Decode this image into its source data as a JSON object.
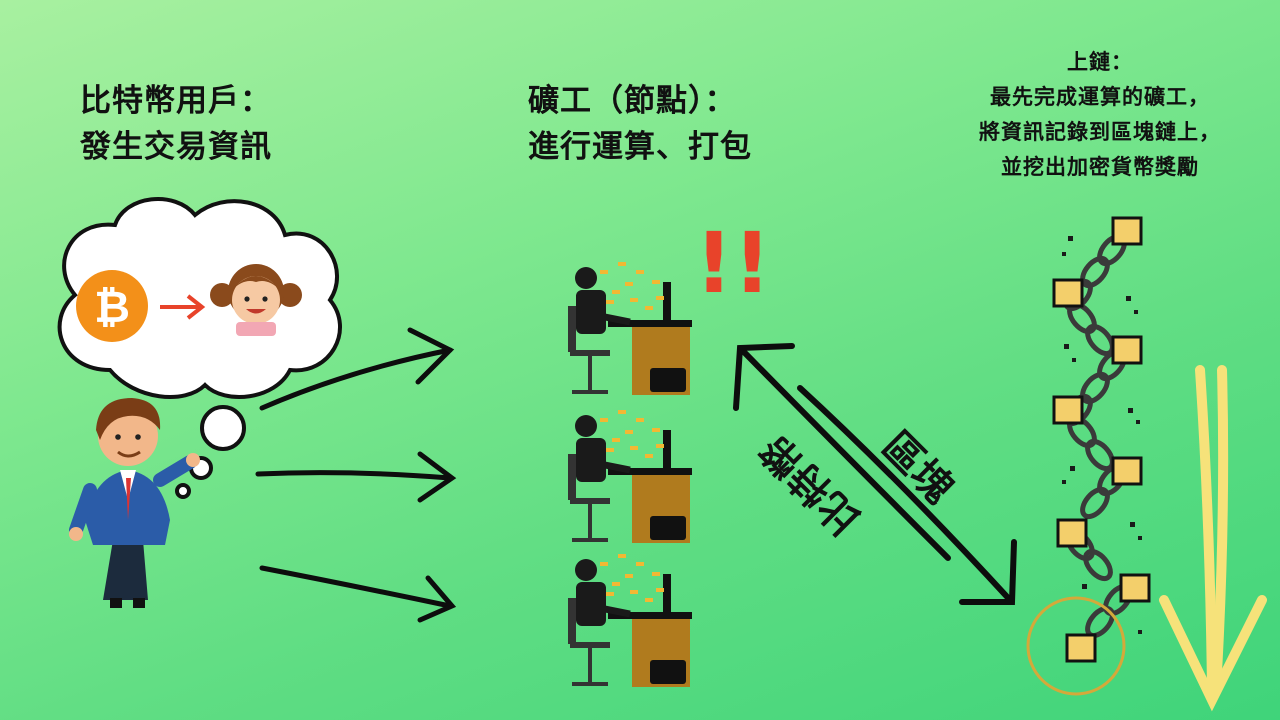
{
  "user": {
    "title_line1": "比特幣用戶：",
    "title_line2": "發生交易資訊",
    "bitcoin_symbol": "₿",
    "bitcoin_color": "#f39019"
  },
  "miner": {
    "title_line1": "礦工（節點）：",
    "title_line2": "進行運算、打包",
    "alert": "!!",
    "alert_color": "#e8432a"
  },
  "chain": {
    "title_line1": "上鏈：",
    "title_line2": "最先完成運算的礦工，",
    "title_line3": "將資訊記錄到區塊鏈上，",
    "title_line4": "並挖出加密貨幣獎勵"
  },
  "arrows": {
    "up_label": "比特幣",
    "down_label": "區塊"
  },
  "colors": {
    "chain_block": "#f3cf6b",
    "highlight_ring": "#d4a93a",
    "yellow_arrow": "#f6e27a"
  }
}
